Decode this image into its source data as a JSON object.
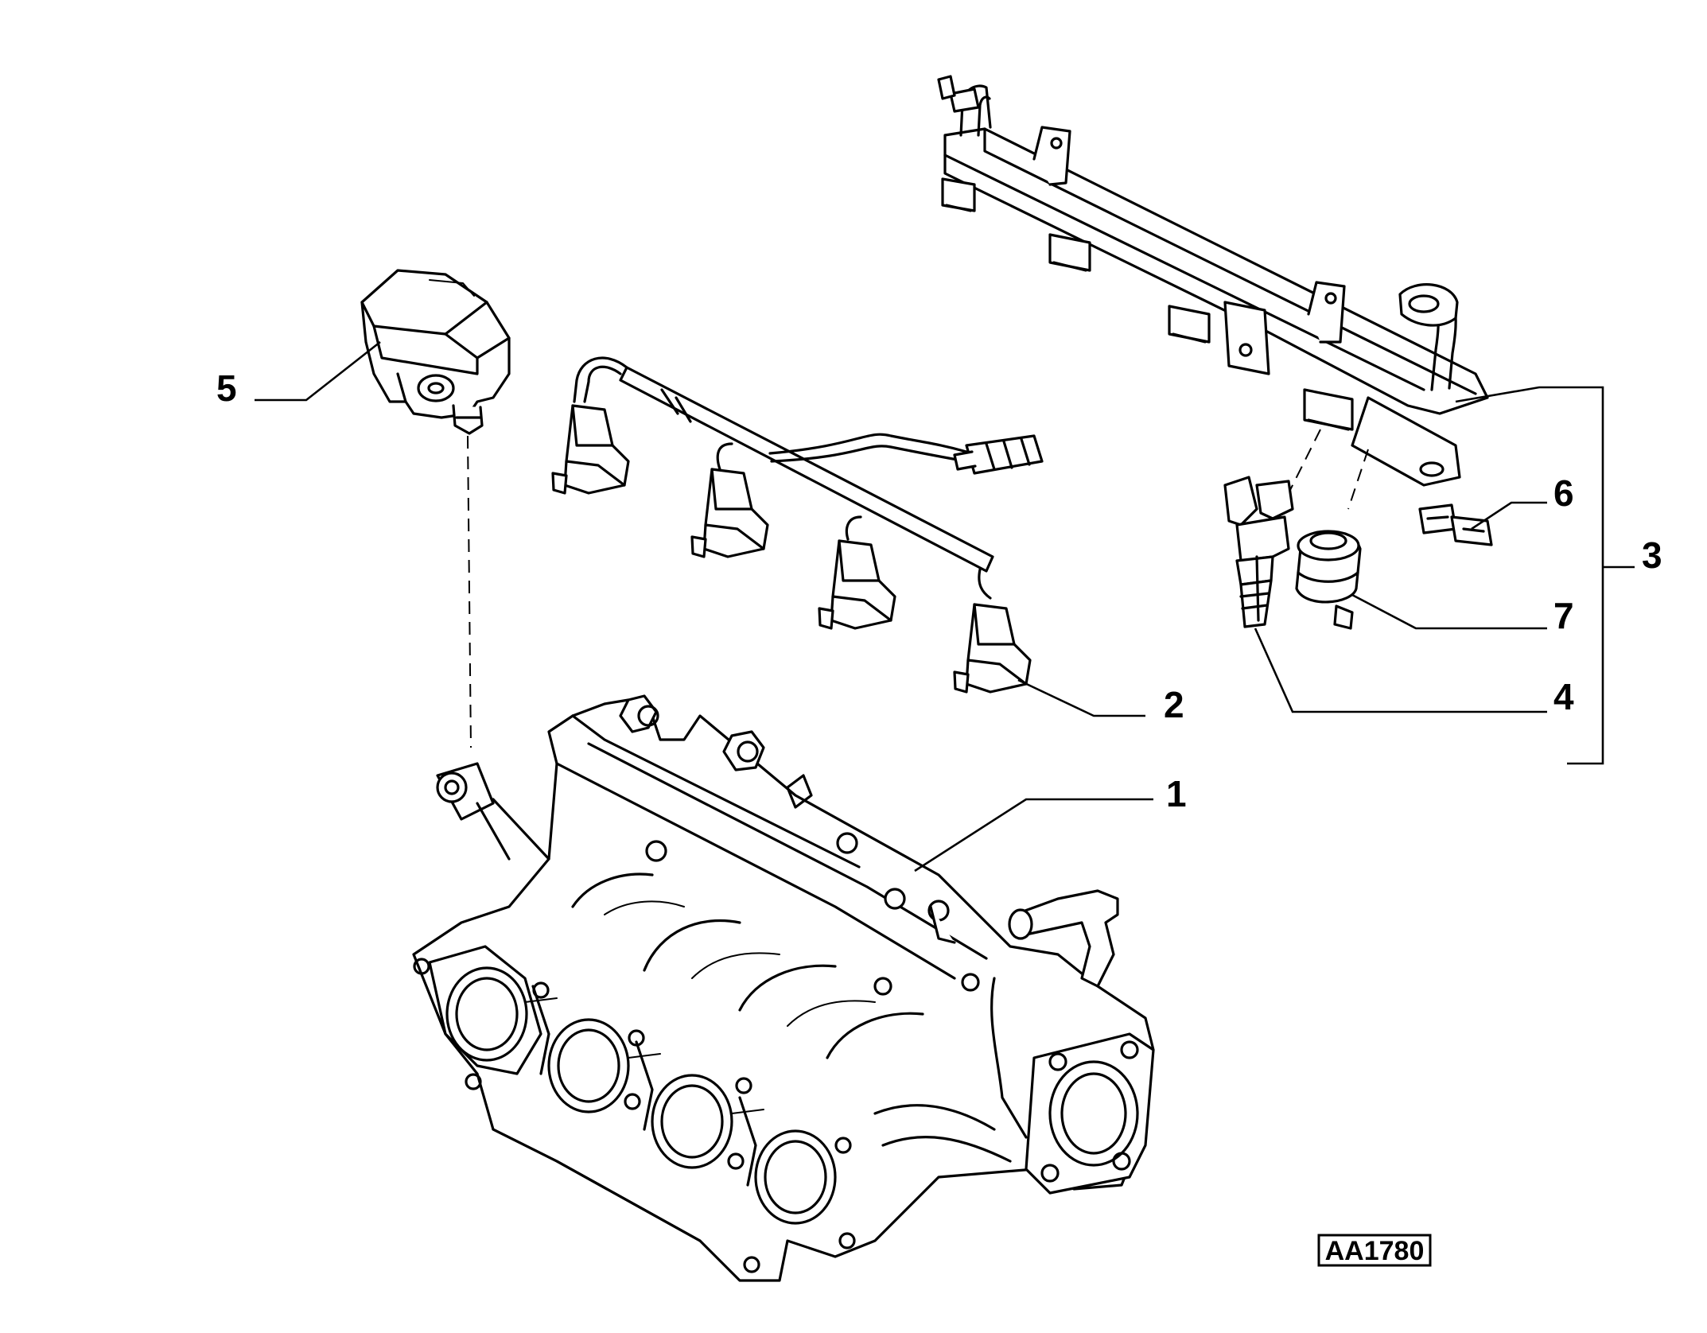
{
  "diagram": {
    "reference_code": "AA1780",
    "callouts": [
      {
        "id": "1",
        "label": "1"
      },
      {
        "id": "2",
        "label": "2"
      },
      {
        "id": "3",
        "label": "3"
      },
      {
        "id": "4",
        "label": "4"
      },
      {
        "id": "5",
        "label": "5"
      },
      {
        "id": "6",
        "label": "6"
      },
      {
        "id": "7",
        "label": "7"
      }
    ]
  }
}
